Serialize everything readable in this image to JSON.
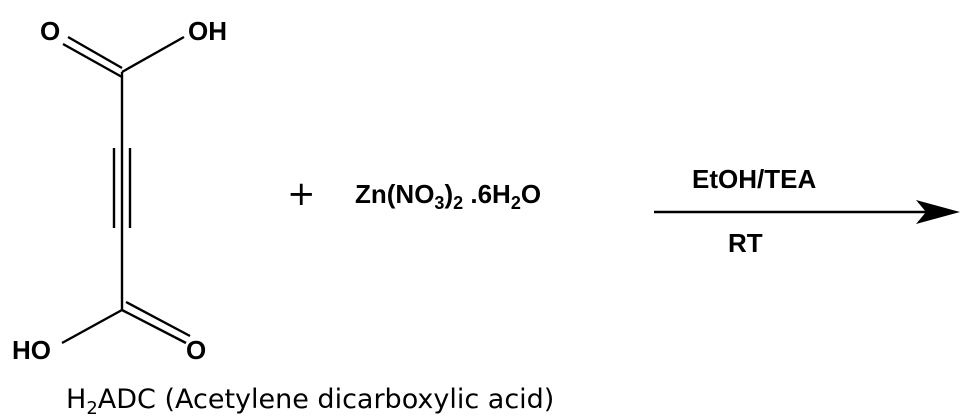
{
  "molecule": {
    "top_left_atom": "O",
    "top_right_atom": "OH",
    "bottom_left_atom": "HO",
    "bottom_right_atom": "O",
    "caption_prefix": "H",
    "caption_sub": "2",
    "caption_rest": "ADC (Acetylene dicarboxylic acid)"
  },
  "plus_sign": "+",
  "reagent": {
    "a": "Zn(NO",
    "b": "3",
    "c": ")",
    "d": "2",
    "e": " .6H",
    "f": "2",
    "g": "O"
  },
  "conditions": {
    "above": "EtOH/TEA",
    "below": "RT"
  }
}
